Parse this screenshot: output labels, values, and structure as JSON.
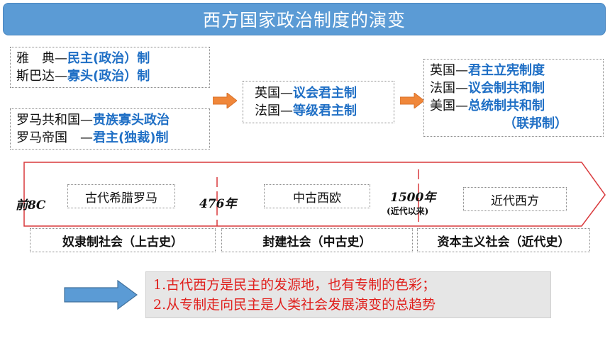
{
  "title": "西方国家政治制度的演变",
  "ancient_greece": [
    {
      "prefix": "雅　典—",
      "highlight": "民主(政治）",
      "suffix": "制"
    },
    {
      "prefix": "斯巴达—",
      "highlight": "寡头(政治）",
      "suffix": "制"
    }
  ],
  "ancient_rome": [
    {
      "prefix": "罗马共和国—",
      "highlight": "贵族寡头政治",
      "suffix": ""
    },
    {
      "prefix": "罗马帝国　—",
      "highlight": "君主(独裁)制",
      "suffix": ""
    }
  ],
  "medieval": [
    {
      "prefix": "英国—",
      "highlight": "议会君主制"
    },
    {
      "prefix": "法国—",
      "highlight": "等级君主制"
    }
  ],
  "modern": [
    {
      "prefix": "英国—",
      "highlight": "君主立宪制度"
    },
    {
      "prefix": "法国—",
      "highlight": "议会制共和制"
    },
    {
      "prefix": "美国—",
      "highlight": "总统制共和制"
    },
    {
      "highlight": "（联邦制）"
    }
  ],
  "timeline": {
    "start_label": "前8C",
    "mark_476": "476年",
    "mark_1500": "1500年",
    "mark_1500_note": "(近代以来)",
    "eras": [
      "古代希腊罗马",
      "中古西欧",
      "近代西方"
    ],
    "periods": [
      "奴隶制社会（上古史）",
      "封建社会（中古史）",
      "资本主义社会（近代史）"
    ]
  },
  "conclusion": [
    "1.古代西方是民主的发源地，也有专制的色彩；",
    "2.从专制走向民主是人类社会发展演变的总趋势"
  ],
  "colors": {
    "title_bg": "#5b9bd5",
    "highlight": "#1f6fc5",
    "orange_arrow": "#f0873a",
    "blue_arrow": "#5b9bd5",
    "conclusion_text": "#e0201d",
    "timeline_red": "#d9393c"
  }
}
